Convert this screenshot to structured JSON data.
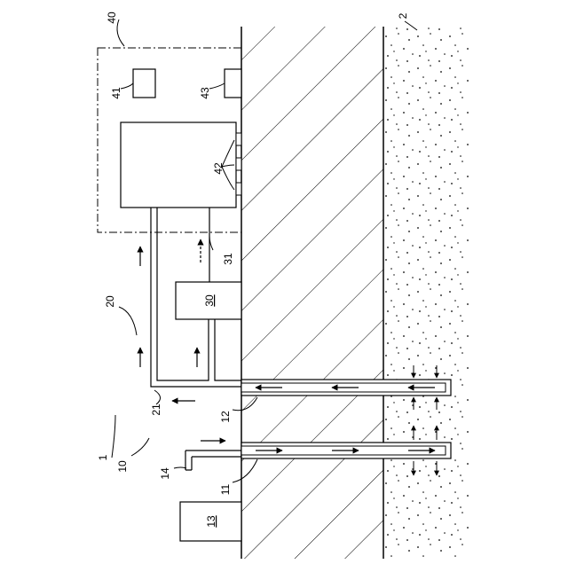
{
  "labels": {
    "n1": "1",
    "n2": "2",
    "n10": "10",
    "n11": "11",
    "n12": "12",
    "n13": "13",
    "n14": "14",
    "n20": "20",
    "n21": "21",
    "n30": "30",
    "n31": "31",
    "n40": "40",
    "n41": "41",
    "n42": "42",
    "n43": "43"
  }
}
